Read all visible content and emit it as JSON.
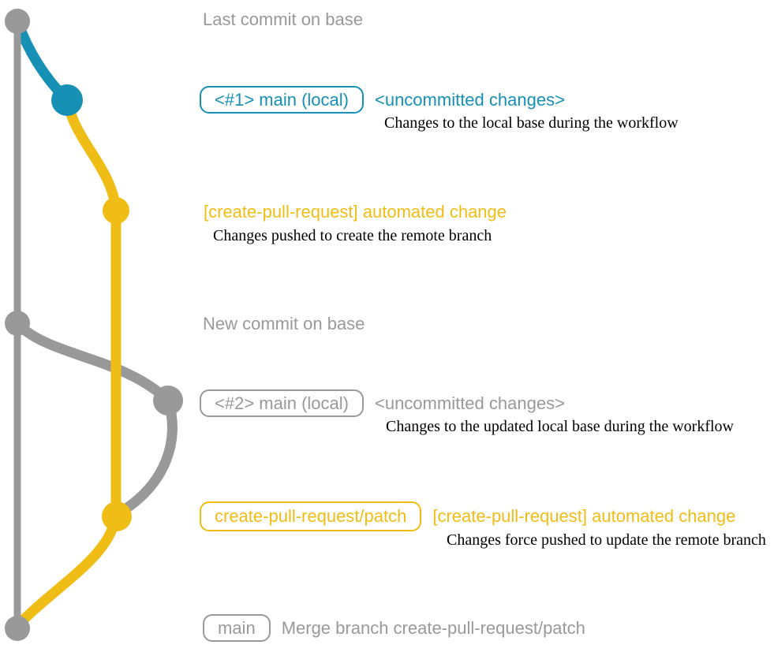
{
  "colors": {
    "gray": "#999999",
    "teal": "#1690b5",
    "yellow": "#f0bd16",
    "ink": "#000000"
  },
  "graph": {
    "type": "git-graph",
    "branches": [
      {
        "name": "base",
        "color": "#999999"
      },
      {
        "name": "main (local)",
        "color": "#1690b5"
      },
      {
        "name": "create-pull-request/patch",
        "color": "#f0bd16"
      }
    ],
    "commit_count": 7
  },
  "annotations": {
    "last_commit": "Last commit on base",
    "new_commit": "New commit on base"
  },
  "sections": {
    "s1": {
      "badge": "<#1> main (local)",
      "title": "<uncommitted changes>",
      "desc": "Changes to the local base during the workflow"
    },
    "s2": {
      "title": "[create-pull-request] automated change",
      "desc": "Changes pushed to create the remote branch"
    },
    "s3": {
      "badge": "<#2> main (local)",
      "title": "<uncommitted changes>",
      "desc": "Changes to the updated local base during the workflow"
    },
    "s4": {
      "badge": "create-pull-request/patch",
      "title": "[create-pull-request] automated change",
      "desc": "Changes force pushed to update the remote branch"
    },
    "s5": {
      "badge": "main",
      "title": "Merge branch create-pull-request/patch"
    }
  }
}
